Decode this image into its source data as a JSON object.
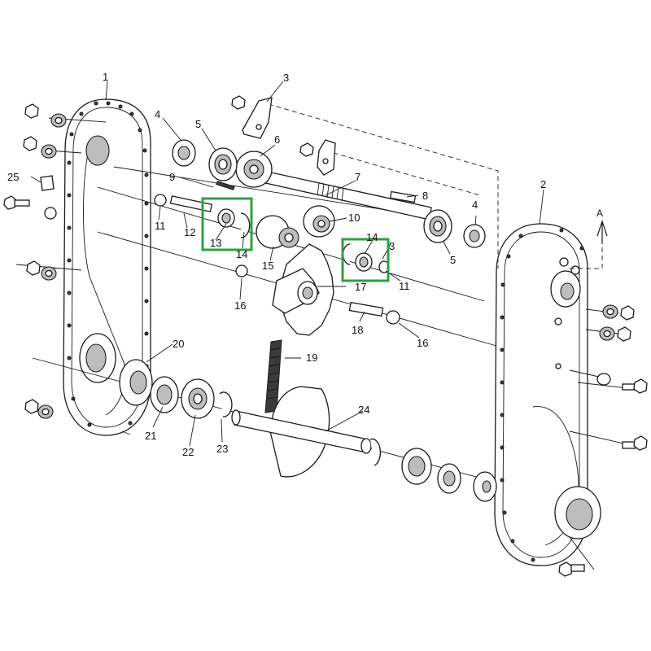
{
  "diagram": {
    "callouts": {
      "c1": "1",
      "c2": "2",
      "c3a": "3",
      "c3b": "3",
      "c4a": "4",
      "c4b": "4",
      "c5a": "5",
      "c5b": "5",
      "c6": "6",
      "c7": "7",
      "c8": "8",
      "c9": "9",
      "c10": "10",
      "c11a": "11",
      "c11b": "11",
      "c12": "12",
      "c13": "13",
      "c14a": "14",
      "c14b": "14",
      "c15": "15",
      "c16a": "16",
      "c16b": "16",
      "c17": "17",
      "c18": "18",
      "c19": "19",
      "c20": "20",
      "c21": "21",
      "c22": "22",
      "c23": "23",
      "c24": "24",
      "c25": "25"
    },
    "view_marker": "A",
    "highlight_color": "#2ea043"
  }
}
